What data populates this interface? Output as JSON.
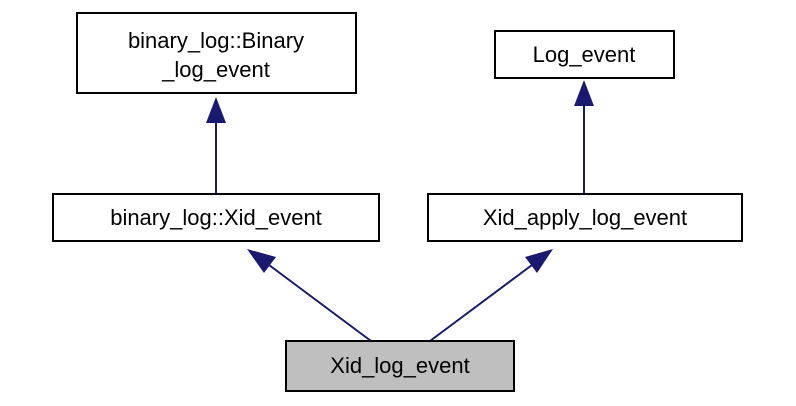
{
  "nodes": {
    "binary_log_event": {
      "line1": "binary_log::Binary",
      "line2": "_log_event"
    },
    "log_event": {
      "label": "Log_event"
    },
    "binary_log_xid_event": {
      "label": "binary_log::Xid_event"
    },
    "xid_apply_log_event": {
      "label": "Xid_apply_log_event"
    },
    "xid_log_event": {
      "label": "Xid_log_event"
    }
  },
  "colors": {
    "edge": "#191970",
    "node_border": "#000000",
    "node_fill": "#ffffff",
    "highlight_fill": "#bfbfbf"
  }
}
